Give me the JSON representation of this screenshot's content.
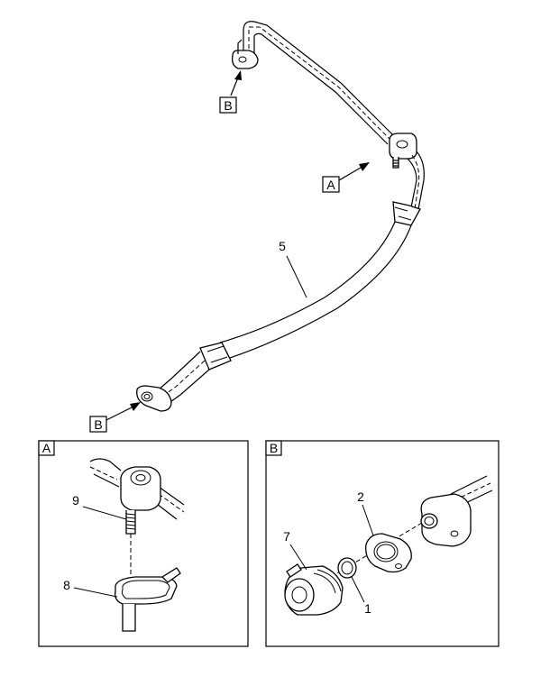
{
  "refs": {
    "view_a": "A",
    "view_b": "B"
  },
  "callouts": {
    "hose": "5",
    "stud": "9",
    "bracket": "8",
    "gasket": "2",
    "housing": "7",
    "oring": "1"
  }
}
